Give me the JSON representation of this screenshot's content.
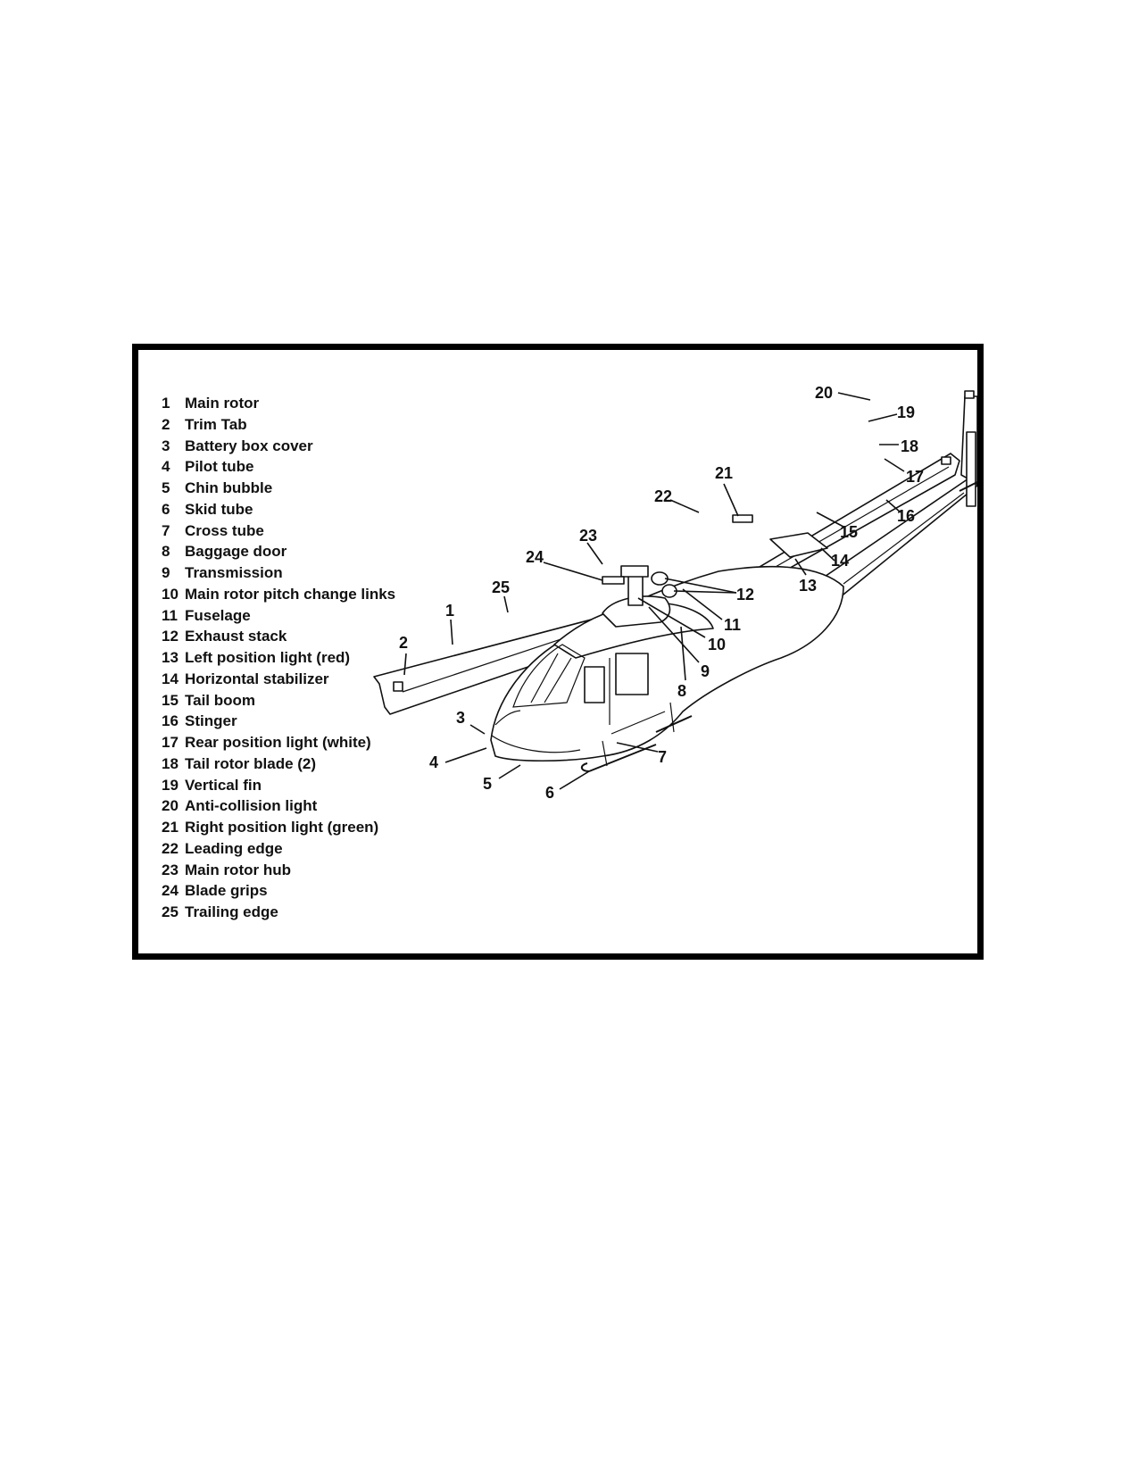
{
  "legend": [
    {
      "num": "1",
      "label": "Main rotor"
    },
    {
      "num": "2",
      "label": "Trim Tab"
    },
    {
      "num": "3",
      "label": "Battery box cover"
    },
    {
      "num": "4",
      "label": "Pilot tube"
    },
    {
      "num": "5",
      "label": "Chin bubble"
    },
    {
      "num": "6",
      "label": "Skid tube"
    },
    {
      "num": "7",
      "label": "Cross tube"
    },
    {
      "num": "8",
      "label": "Baggage door"
    },
    {
      "num": "9",
      "label": "Transmission"
    },
    {
      "num": "10",
      "label": "Main rotor pitch change links"
    },
    {
      "num": "11",
      "label": "Fuselage"
    },
    {
      "num": "12",
      "label": "Exhaust stack"
    },
    {
      "num": "13",
      "label": "Left position light (red)"
    },
    {
      "num": "14",
      "label": "Horizontal stabilizer"
    },
    {
      "num": "15",
      "label": "Tail boom"
    },
    {
      "num": "16",
      "label": "Stinger"
    },
    {
      "num": "17",
      "label": "Rear position light (white)"
    },
    {
      "num": "18",
      "label": "Tail rotor blade (2)"
    },
    {
      "num": "19",
      "label": "Vertical fin"
    },
    {
      "num": "20",
      "label": "Anti-collision light"
    },
    {
      "num": "21",
      "label": "Right position light (green)"
    },
    {
      "num": "22",
      "label": "Leading edge"
    },
    {
      "num": "23",
      "label": "Main rotor hub"
    },
    {
      "num": "24",
      "label": "Blade grips"
    },
    {
      "num": "25",
      "label": "Trailing edge"
    }
  ],
  "callouts": [
    "1",
    "2",
    "3",
    "4",
    "5",
    "6",
    "7",
    "8",
    "9",
    "10",
    "11",
    "12",
    "13",
    "14",
    "15",
    "16",
    "17",
    "18",
    "19",
    "20",
    "21",
    "22",
    "23",
    "24",
    "25"
  ]
}
